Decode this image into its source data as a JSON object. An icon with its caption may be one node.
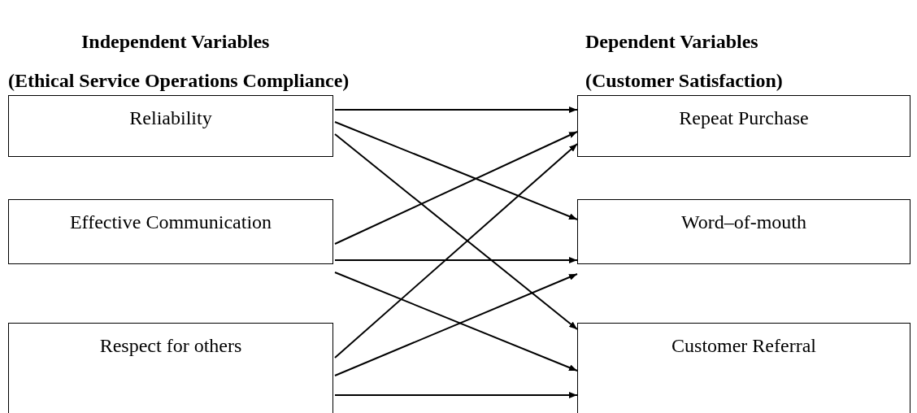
{
  "diagram": {
    "nodes": [
      {
        "text": [
          "Reliability"
        ]
      },
      {
        "text": [
          "Effective Communication"
        ]
      },
      {
        "text": [
          "Respect for others"
        ]
      },
      {
        "text": [
          "Repeat Purchase"
        ]
      },
      {
        "text": [
          "Word–of-mouth"
        ]
      },
      {
        "text": [
          "Customer Referral"
        ]
      }
    ],
    "edges": [
      {
        "from": 0,
        "to": 3,
        "arrow": "to"
      },
      {
        "from": 0,
        "to": 4,
        "arrow": "to"
      },
      {
        "from": 0,
        "to": 5,
        "arrow": "to"
      },
      {
        "from": 1,
        "to": 3,
        "arrow": "to"
      },
      {
        "from": 1,
        "to": 4,
        "arrow": "to"
      },
      {
        "from": 1,
        "to": 5,
        "arrow": "to"
      },
      {
        "from": 2,
        "to": 3,
        "arrow": "to"
      },
      {
        "from": 2,
        "to": 4,
        "arrow": "to"
      },
      {
        "from": 2,
        "to": 5,
        "arrow": "to"
      }
    ],
    "labels": [
      "Independent Variables",
      "Dependent Variables",
      "(Ethical Service Operations Compliance)",
      "(Customer Satisfaction)"
    ]
  }
}
